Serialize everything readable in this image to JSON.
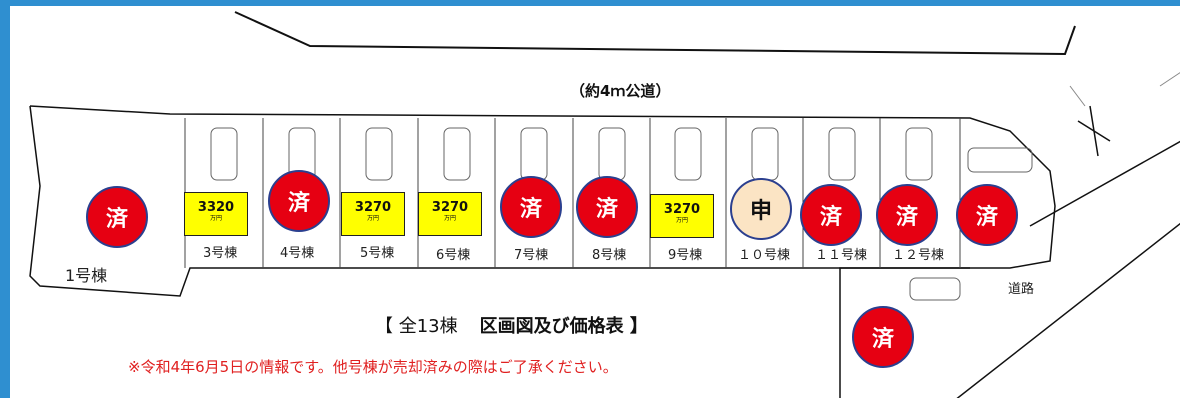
{
  "road": {
    "label": "（約4ｍ公道）"
  },
  "side_road": {
    "label": "道路"
  },
  "lots": [
    {
      "id": "lot-1",
      "label": "1号棟",
      "status": "済"
    },
    {
      "id": "lot-3",
      "label": "3号棟",
      "price": "3320",
      "unit": "万円"
    },
    {
      "id": "lot-4",
      "label": "4号棟",
      "status": "済"
    },
    {
      "id": "lot-5",
      "label": "5号棟",
      "price": "3270",
      "unit": "万円"
    },
    {
      "id": "lot-6",
      "label": "6号棟",
      "price": "3270",
      "unit": "万円"
    },
    {
      "id": "lot-7",
      "label": "7号棟",
      "status": "済"
    },
    {
      "id": "lot-8",
      "label": "8号棟",
      "status": "済"
    },
    {
      "id": "lot-9",
      "label": "9号棟",
      "price": "3270",
      "unit": "万円"
    },
    {
      "id": "lot-10",
      "label": "１０号棟",
      "status": "申"
    },
    {
      "id": "lot-11",
      "label": "１１号棟",
      "status": "済"
    },
    {
      "id": "lot-12",
      "label": "１２号棟",
      "status": "済"
    },
    {
      "id": "lot-13",
      "status": "済"
    },
    {
      "id": "lot-2",
      "status": "済"
    }
  ],
  "title": {
    "left": "【 全13棟",
    "right": "区画図及び価格表 】"
  },
  "note": "※令和4年6月5日の情報です。他号棟が売却済みの際はご了承ください。",
  "colors": {
    "sold": "#e60012",
    "applied": "#fbe4c4",
    "price_bg": "#ffff00",
    "border": "#2f8fd0"
  }
}
